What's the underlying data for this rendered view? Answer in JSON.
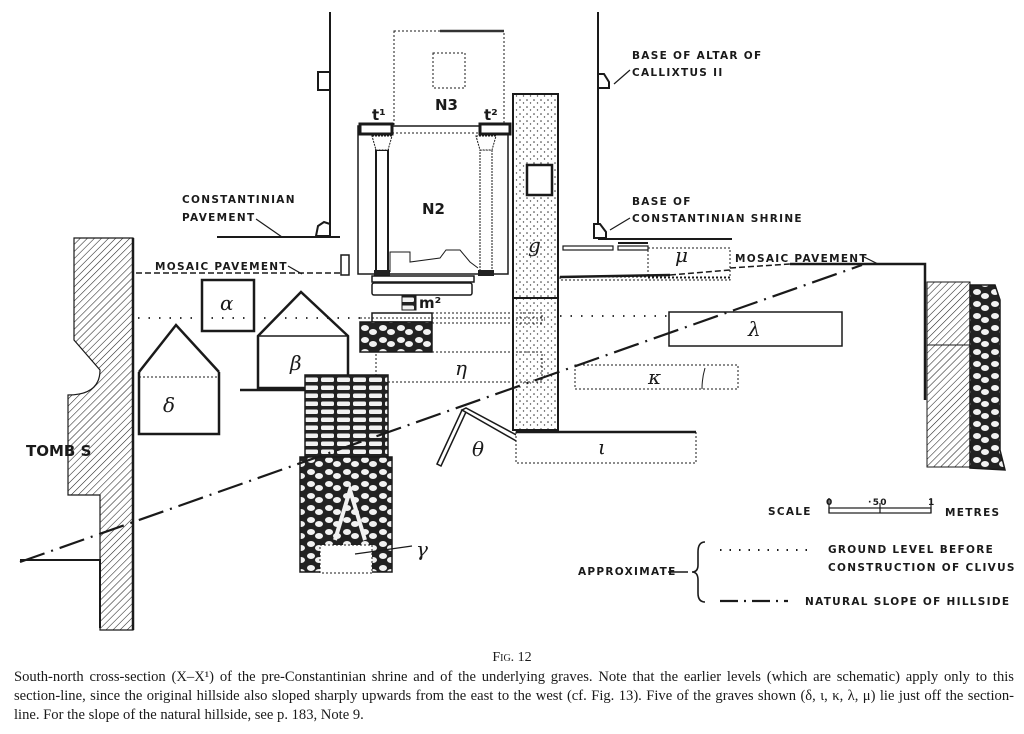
{
  "figure": {
    "number_label": "Fig. 12",
    "caption": "South-north cross-section (X–X¹) of the pre-Constantinian shrine and of the underlying graves. Note that the earlier levels (which are schematic) apply only to this section-line, since the original hillside also sloped sharply upwards from the east to the west (cf. Fig. 13). Five of the graves shown (δ, ι, κ, λ, μ) lie just off the section-line.  For the slope of the natural hillside, see p. 183, Note 9."
  },
  "labels": {
    "altar_base_line1": "BASE OF ALTAR OF",
    "altar_base_line2": "CALLIXTUS II",
    "constantinian_pavement_line1": "CONSTANTINIAN",
    "constantinian_pavement_line2": "PAVEMENT",
    "constantinian_shrine_line1": "BASE OF",
    "constantinian_shrine_line2": "CONSTANTINIAN SHRINE",
    "mosaic_pavement_left": "MOSAIC PAVEMENT",
    "mosaic_pavement_right": "MOSAIC PAVEMENT",
    "tomb_s": "TOMB S",
    "niche_n3": "N3",
    "niche_n2": "N2",
    "travertine_t1": "t¹",
    "travertine_t2": "t²",
    "wall_m2": "m²",
    "wall_g": "g"
  },
  "graves": {
    "alpha": "α",
    "beta": "β",
    "gamma": "γ",
    "delta": "δ",
    "eta": "η",
    "theta": "θ",
    "iota": "ι",
    "kappa": "κ",
    "lambda": "λ",
    "mu": "μ"
  },
  "scale": {
    "label": "SCALE",
    "tick_0": "0",
    "tick_mid": "·50",
    "tick_1": "1",
    "unit": "METRES"
  },
  "legend": {
    "approximate": "APPROXIMATE",
    "ground_level_line1": "GROUND LEVEL BEFORE",
    "ground_level_line2": "CONSTRUCTION OF CLIVUS",
    "natural_slope": "NATURAL SLOPE OF HILLSIDE"
  }
}
